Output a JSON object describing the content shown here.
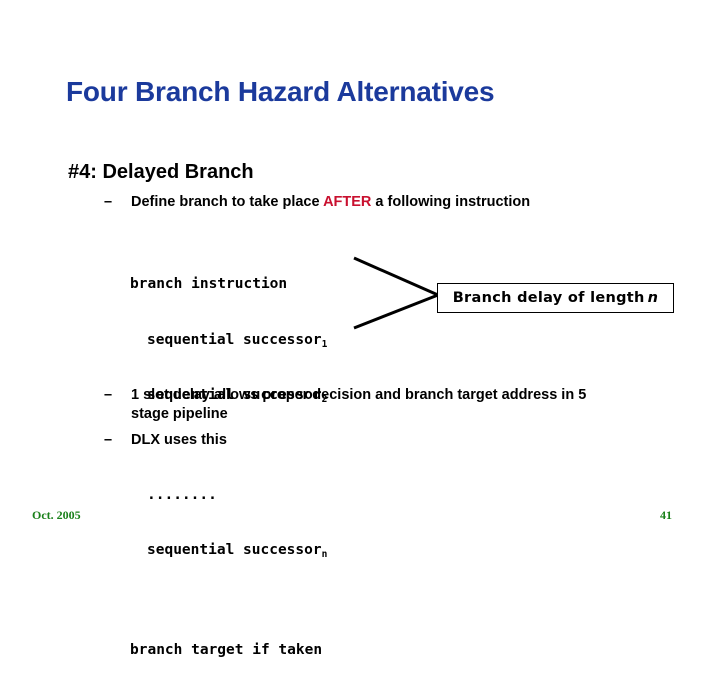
{
  "slide": {
    "title": "Four Branch Hazard Alternatives",
    "heading": "#4: Delayed Branch",
    "bullets": {
      "dash": "–",
      "define_pre": "Define branch to take place ",
      "define_emph": "AFTER",
      "define_post": " a following instruction",
      "slot_delay": "1 slot delay allows proper decision and branch target address in 5 stage pipeline",
      "dlx": "DLX uses this"
    },
    "code": {
      "line1": "branch instruction",
      "line2_text": "sequential successor",
      "line2_sub": "1",
      "line3_text": "sequential successor",
      "line3_sub": "2",
      "line4": "........",
      "line5_text": "sequential successor",
      "line5_sub": "n",
      "line6": "branch target if taken"
    },
    "callout": {
      "text": "Branch delay of length",
      "variable": "n"
    },
    "footer": {
      "date": "Oct. 2005",
      "page": "41"
    },
    "colors": {
      "title_blue": "#1b3a9c",
      "emphasis_red": "#c9102f",
      "footer_green": "#198019",
      "body_black": "#000000",
      "background": "#ffffff"
    }
  }
}
